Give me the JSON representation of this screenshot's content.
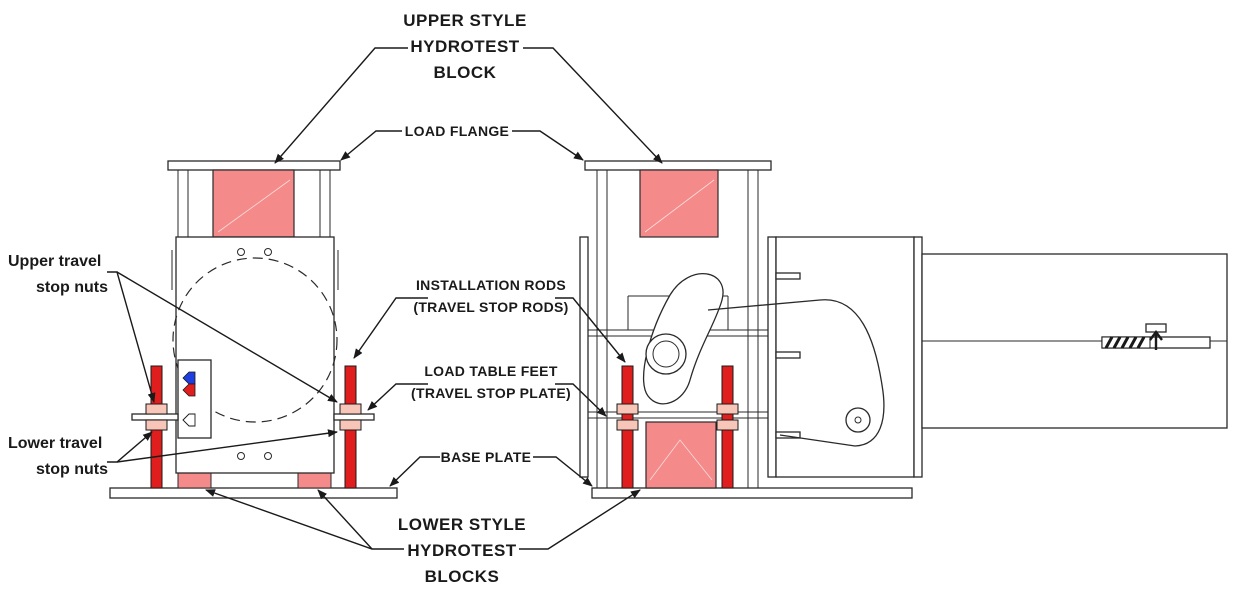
{
  "labels": {
    "upper_block": [
      "UPPER STYLE",
      "HYDROTEST",
      "BLOCK"
    ],
    "load_flange": "LOAD FLANGE",
    "upper_nuts": [
      "Upper travel",
      "stop nuts"
    ],
    "lower_nuts": [
      "Lower travel",
      "stop nuts"
    ],
    "install_rods": [
      "INSTALLATION RODS",
      "(TRAVEL STOP RODS)"
    ],
    "table_feet": [
      "LOAD TABLE FEET",
      "(TRAVEL STOP PLATE)"
    ],
    "base_plate": "BASE PLATE",
    "lower_blocks": [
      "LOWER STYLE",
      "HYDROTEST",
      "BLOCKS"
    ]
  },
  "colors": {
    "block_fill": "#f48a8a",
    "rod_red": "#e01e1e",
    "nut_fill": "#f7c6b8",
    "blue_marker": "#1e3ee0",
    "red_marker": "#e01e1e",
    "line": "#2a2a2a"
  }
}
